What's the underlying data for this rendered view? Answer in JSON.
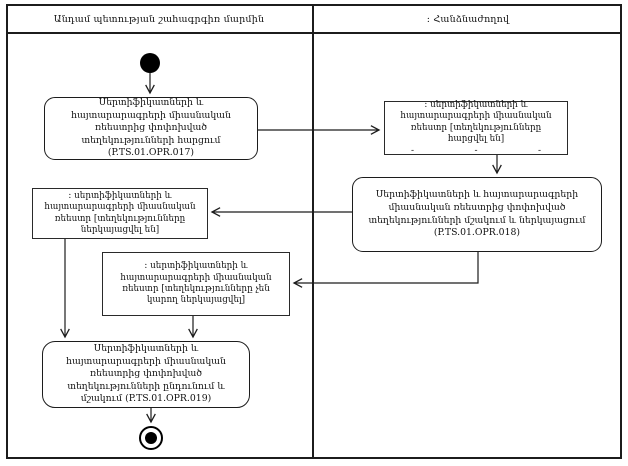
{
  "diagram": {
    "type": "uml-activity-swimlane",
    "colors": {
      "background": "#ffffff",
      "border": "#1c1c1c",
      "text": "#111111"
    },
    "lanes": [
      {
        "title": "Անդամ պետության շահագրգիռ մարմին"
      },
      {
        "title": ": Հանձնաժողով"
      }
    ],
    "nodes": {
      "initial": "initial-node",
      "final": "final-node",
      "opr017": {
        "text": "Սերտիֆիկատների և հայտարարագրերի միասնական ռեեստրից փոփոխված տեղեկությունների հարցում (P.TS.01.OPR.017)"
      },
      "registry_requested": {
        "text": ": սերտիֆիկատների և հայտարարագրերի միասնական ռեեստր [տեղեկությունները հարցվել են]",
        "dashes": [
          "-",
          "-",
          "-"
        ]
      },
      "opr018": {
        "text": "Սերտիֆիկատների և հայտարարագրերի միասնական ռեեստրից փոփոխված տեղեկությունների մշակում և ներկայացում (P.TS.01.OPR.018)"
      },
      "registry_submitted": {
        "text": ": սերտիֆիկատների և հայտարարագրերի միասնական ռեեստր [տեղեկությունները ներկայացվել են]"
      },
      "registry_not_submitted": {
        "text": ": սերտիֆիկատների և հայտարարագրերի միասնական ռեեստր [տեղեկությունները չեն կարող ներկայացվել]"
      },
      "opr019": {
        "text": "Սերտիֆիկատների և հայտարարագրերի միասնական ռեեստրից փոփոխված տեղեկությունների ընդունում և մշակում (P.TS.01.OPR.019)"
      }
    }
  }
}
